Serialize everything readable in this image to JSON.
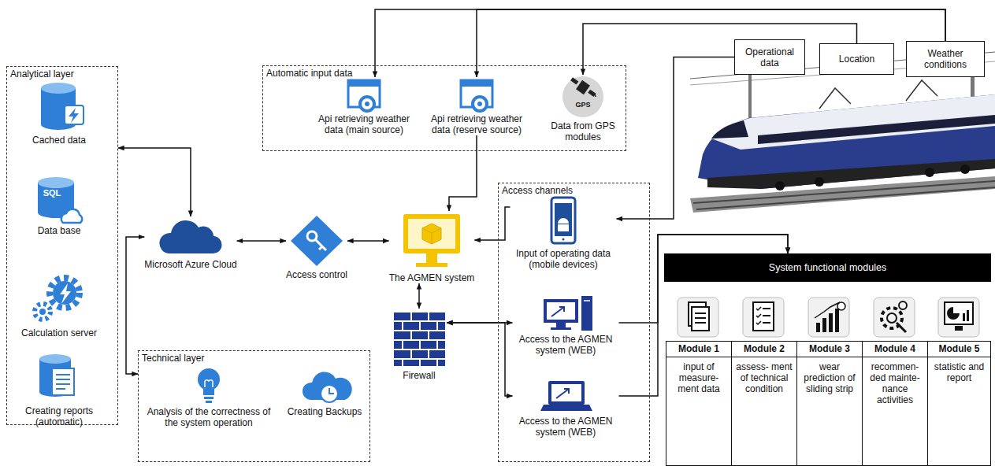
{
  "diagram": {
    "nodes": [
      {
        "text": [
          "Analytical layer"
        ]
      },
      {
        "text": [
          "Cached data"
        ],
        "in": 0
      },
      {
        "text": [
          "Data base"
        ],
        "in": 0
      },
      {
        "text": [
          "Calculation server"
        ],
        "in": 0
      },
      {
        "text": [
          "Creating reports (automatic)"
        ],
        "in": 0
      },
      {
        "text": [
          "Automatic input data"
        ]
      },
      {
        "text": [
          "Api retrieving weather data (main source)"
        ],
        "in": 5
      },
      {
        "text": [
          "Api retrieving weather data (reserve source)"
        ],
        "in": 5
      },
      {
        "text": [
          "Data from GPS modules"
        ],
        "in": 5
      },
      {
        "text": [
          "Operational data"
        ]
      },
      {
        "text": [
          "Location"
        ]
      },
      {
        "text": [
          "Weather conditions"
        ]
      },
      {
        "text": [
          "Microsoft Azure Cloud"
        ]
      },
      {
        "text": [
          "Access control"
        ]
      },
      {
        "text": [
          "The AGMEN system"
        ]
      },
      {
        "text": [
          "Access channels"
        ]
      },
      {
        "text": [
          "Input of operating data (mobile devices)"
        ],
        "in": 15
      },
      {
        "text": [
          "Access to the AGMEN system (WEB)"
        ],
        "in": 15
      },
      {
        "text": [
          "Access to the AGMEN system (WEB)"
        ],
        "in": 15
      },
      {
        "text": [
          "Firewall"
        ]
      },
      {
        "text": [
          "Technical layer"
        ]
      },
      {
        "text": [
          "Analysis of the correctness of the system operation"
        ],
        "in": 20
      },
      {
        "text": [
          "Creating Backups"
        ],
        "in": 20
      },
      {
        "text": [
          "System functional modules"
        ]
      },
      {
        "text": [
          "Module 1",
          "input of measure- ment data"
        ]
      },
      {
        "text": [
          "Module 2",
          "assess- ment of technical condition"
        ]
      },
      {
        "text": [
          "Module 3",
          "wear prediction of sliding strip"
        ]
      },
      {
        "text": [
          "Module 4",
          "recommen- ded mainte- nance activities"
        ]
      },
      {
        "text": [
          "Module 5",
          "statistic and report"
        ]
      }
    ],
    "edges": [
      {
        "from": 11,
        "to": 6,
        "arrow": "to"
      },
      {
        "from": 11,
        "to": 7,
        "arrow": "to"
      },
      {
        "from": 10,
        "to": 8,
        "arrow": "to"
      },
      {
        "from": 9,
        "to": 16,
        "arrow": "to"
      },
      {
        "from": 7,
        "to": 14,
        "arrow": "to"
      },
      {
        "from": 16,
        "to": 14,
        "arrow": "to"
      },
      {
        "from": 14,
        "to": 13,
        "arrow": "both"
      },
      {
        "from": 13,
        "to": 12,
        "arrow": "both"
      },
      {
        "from": 12,
        "to": 0,
        "arrow": "both"
      },
      {
        "from": 12,
        "to": 20,
        "arrow": "both"
      },
      {
        "from": 14,
        "to": 19,
        "arrow": "both"
      },
      {
        "from": 17,
        "to": 19,
        "arrow": "both"
      },
      {
        "from": 18,
        "to": 19,
        "arrow": "both"
      },
      {
        "from": 17,
        "to": 23,
        "arrow": "to"
      },
      {
        "from": 18,
        "to": 23,
        "arrow": "to"
      }
    ],
    "labels": [
      "GPS",
      "SQL"
    ]
  }
}
